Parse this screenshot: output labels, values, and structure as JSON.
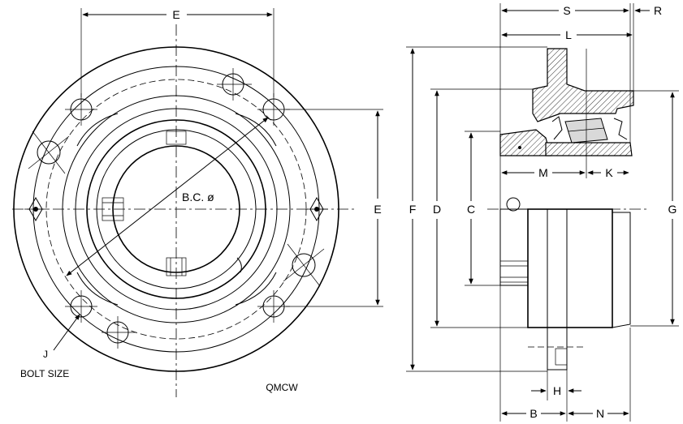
{
  "front_view": {
    "dimension_labels": {
      "e_top": "E",
      "e_right": "E",
      "bolt_circle": "B.C. ø",
      "j": "J",
      "bolt_size": "BOLT SIZE"
    },
    "model": "QMCW"
  },
  "side_view": {
    "dimension_labels": {
      "s": "S",
      "r": "R",
      "l": "L",
      "m": "M",
      "k": "K",
      "f": "F",
      "d": "D",
      "c": "C",
      "g": "G",
      "h": "H",
      "b": "B",
      "n": "N"
    }
  }
}
